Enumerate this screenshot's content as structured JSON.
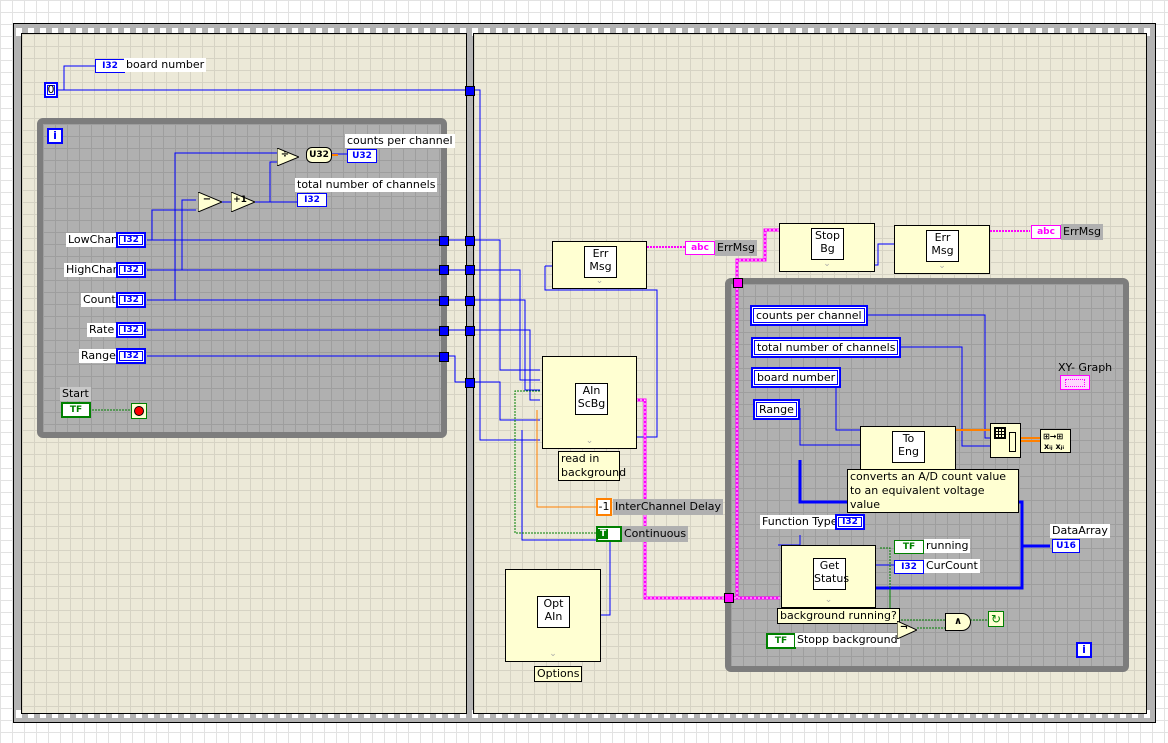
{
  "frame0": {
    "board_number_constant": "0",
    "board_number_indicator": {
      "type": "I32",
      "label": "board number"
    },
    "loop_iteration_icon": "i",
    "math": {
      "subtract_symbol": "−",
      "increment_symbol": "+1",
      "divide_symbol": "÷",
      "convert_label": "U32"
    },
    "counts_per_channel": {
      "type": "U32",
      "label": "counts per channel"
    },
    "total_channels": {
      "type": "I32",
      "label": "total number of channels"
    },
    "controls": [
      {
        "label": "LowChan",
        "type": "I32"
      },
      {
        "label": "HighChan",
        "type": "I32"
      },
      {
        "label": "Count",
        "type": "I32"
      },
      {
        "label": "Rate",
        "type": "I32"
      },
      {
        "label": "Range",
        "type": "I32"
      }
    ],
    "start": {
      "label": "Start",
      "type": "TF"
    }
  },
  "frame1": {
    "errmsg1": {
      "icon_line1": "Err",
      "icon_line2": "Msg",
      "indicator_type": "abc",
      "indicator_label": "ErrMsg"
    },
    "ain_scbg": {
      "icon_line1": "AIn",
      "icon_line2": "ScBg",
      "note_line1": "read in",
      "note_line2": "background"
    },
    "interchannel_delay": {
      "value": "-1",
      "label": "InterChannel Delay"
    },
    "continuous": {
      "value": "T",
      "label": "Continuous"
    },
    "opt_ain": {
      "icon_line1": "Opt",
      "icon_line2": "AIn",
      "note": "Options"
    },
    "stop_bg": {
      "icon_line1": "Stop",
      "icon_line2": "Bg"
    },
    "errmsg2": {
      "icon_line1": "Err",
      "icon_line2": "Msg",
      "indicator_type": "abc",
      "indicator_label": "ErrMsg"
    },
    "while_loop": {
      "locals": [
        "counts per channel",
        "total number of channels",
        "board number",
        "Range"
      ],
      "to_eng": {
        "icon_line1": "To",
        "icon_line2": "Eng",
        "note": "converts an A/D count value to an equivalent voltage value"
      },
      "xy_graph_label": "XY- Graph",
      "function_type": {
        "label": "Function Type",
        "type": "I32"
      },
      "get_status": {
        "icon_line1": "Get",
        "icon_line2": "Status",
        "note": "background running?"
      },
      "running": {
        "type": "TF",
        "label": "running"
      },
      "cur_count": {
        "type": "I32",
        "label": "CurCount"
      },
      "data_array": {
        "type": "U16",
        "label": "DataArray"
      },
      "stopp_background": {
        "type": "TF",
        "label": "Stopp background"
      },
      "and_symbol": "∧",
      "not_symbol": "¬",
      "loop_iteration_icon": "i"
    }
  },
  "colors": {
    "numeric_wire": "#0000ff",
    "string_wire": "#ff00ff",
    "boolean_wire": "#008000",
    "double_wire": "#ff8000",
    "frame_bg": "#ece9d8",
    "loop_bg": "#b0b0b0"
  }
}
